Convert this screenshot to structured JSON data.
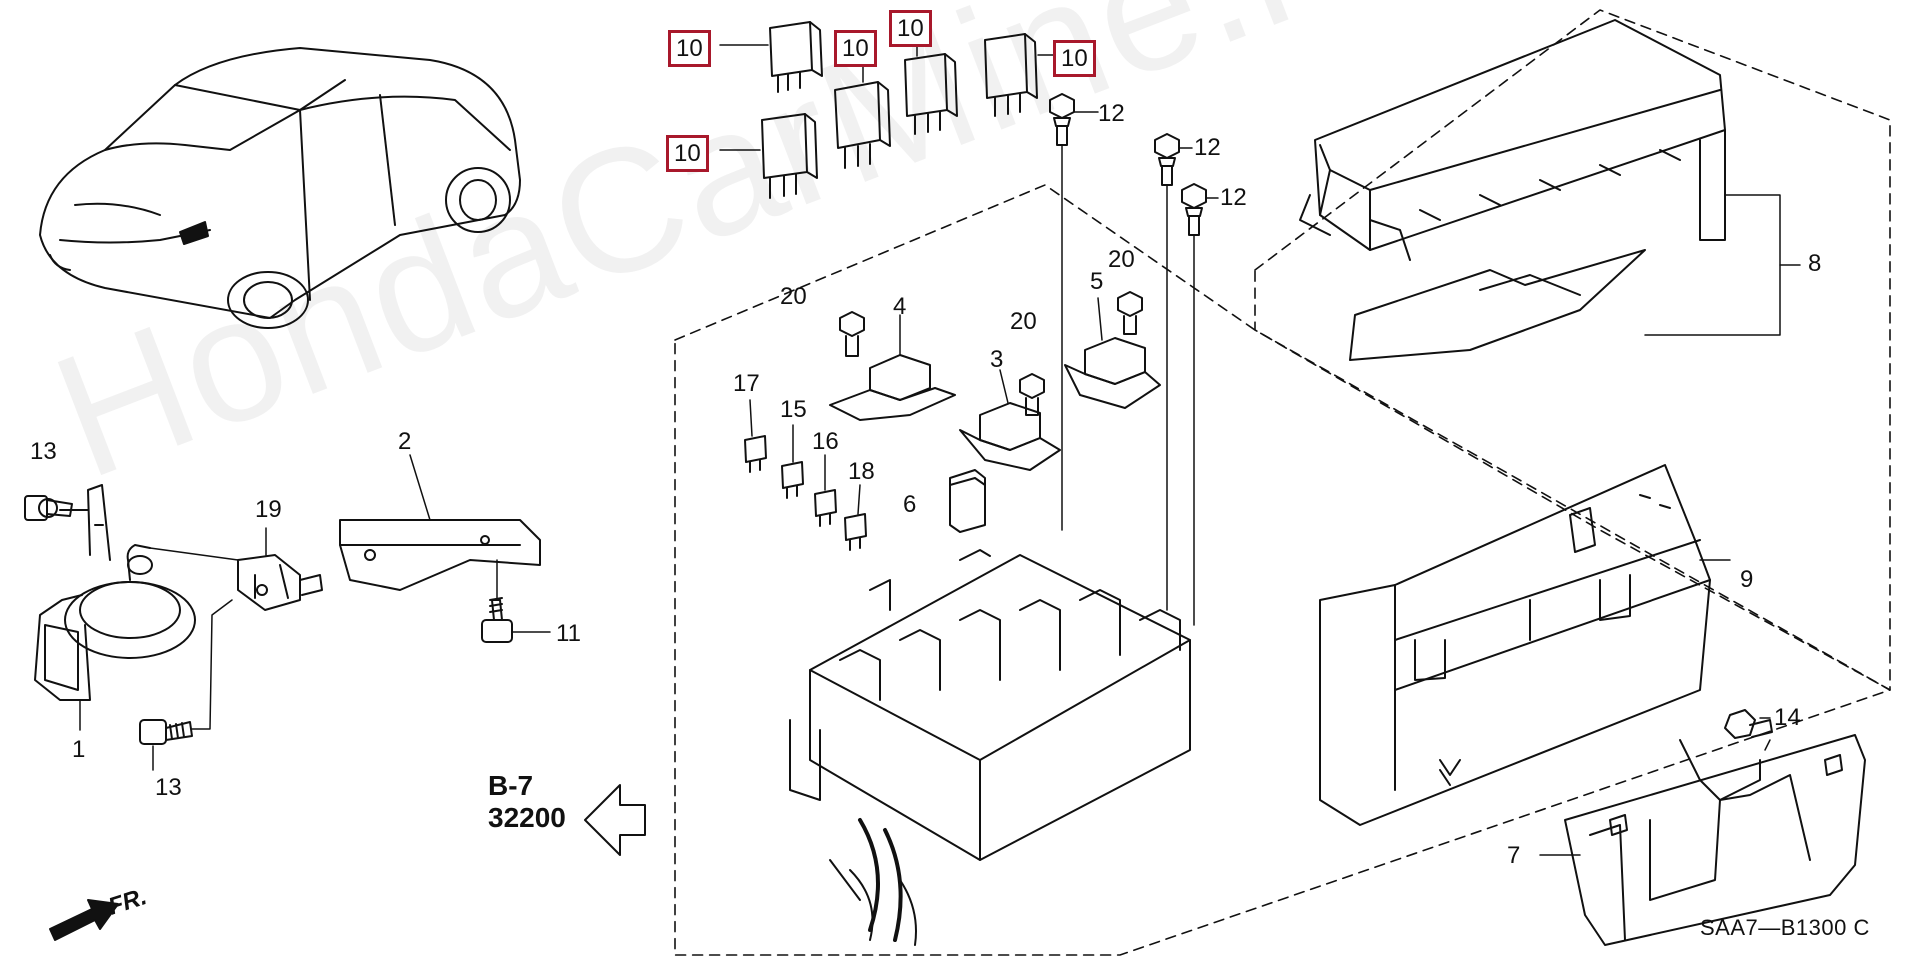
{
  "watermark": "HondaCarMine.ru",
  "reference": {
    "page": "B-7",
    "code": "32200"
  },
  "diagram_code": "SAA7—B1300 C",
  "direction_label": "FR.",
  "callouts": [
    {
      "id": "c1",
      "text": "1"
    },
    {
      "id": "c2",
      "text": "2"
    },
    {
      "id": "c3",
      "text": "3"
    },
    {
      "id": "c4",
      "text": "4"
    },
    {
      "id": "c5",
      "text": "5"
    },
    {
      "id": "c6",
      "text": "6"
    },
    {
      "id": "c7",
      "text": "7"
    },
    {
      "id": "c8",
      "text": "8"
    },
    {
      "id": "c9",
      "text": "9"
    },
    {
      "id": "c11",
      "text": "11"
    },
    {
      "id": "c12a",
      "text": "12"
    },
    {
      "id": "c12b",
      "text": "12"
    },
    {
      "id": "c12c",
      "text": "12"
    },
    {
      "id": "c13a",
      "text": "13"
    },
    {
      "id": "c13b",
      "text": "13"
    },
    {
      "id": "c14",
      "text": "14"
    },
    {
      "id": "c15",
      "text": "15"
    },
    {
      "id": "c16",
      "text": "16"
    },
    {
      "id": "c17",
      "text": "17"
    },
    {
      "id": "c18",
      "text": "18"
    },
    {
      "id": "c19",
      "text": "19"
    },
    {
      "id": "c20a",
      "text": "20"
    },
    {
      "id": "c20b",
      "text": "20"
    },
    {
      "id": "c20c",
      "text": "20"
    }
  ],
  "highlighted_callouts": [
    {
      "id": "r1",
      "text": "10"
    },
    {
      "id": "r2",
      "text": "10"
    },
    {
      "id": "r3",
      "text": "10"
    },
    {
      "id": "r4",
      "text": "10"
    },
    {
      "id": "r5",
      "text": "10"
    }
  ],
  "colors": {
    "line": "#111111",
    "highlight_border": "#a8182b",
    "background": "#ffffff"
  }
}
